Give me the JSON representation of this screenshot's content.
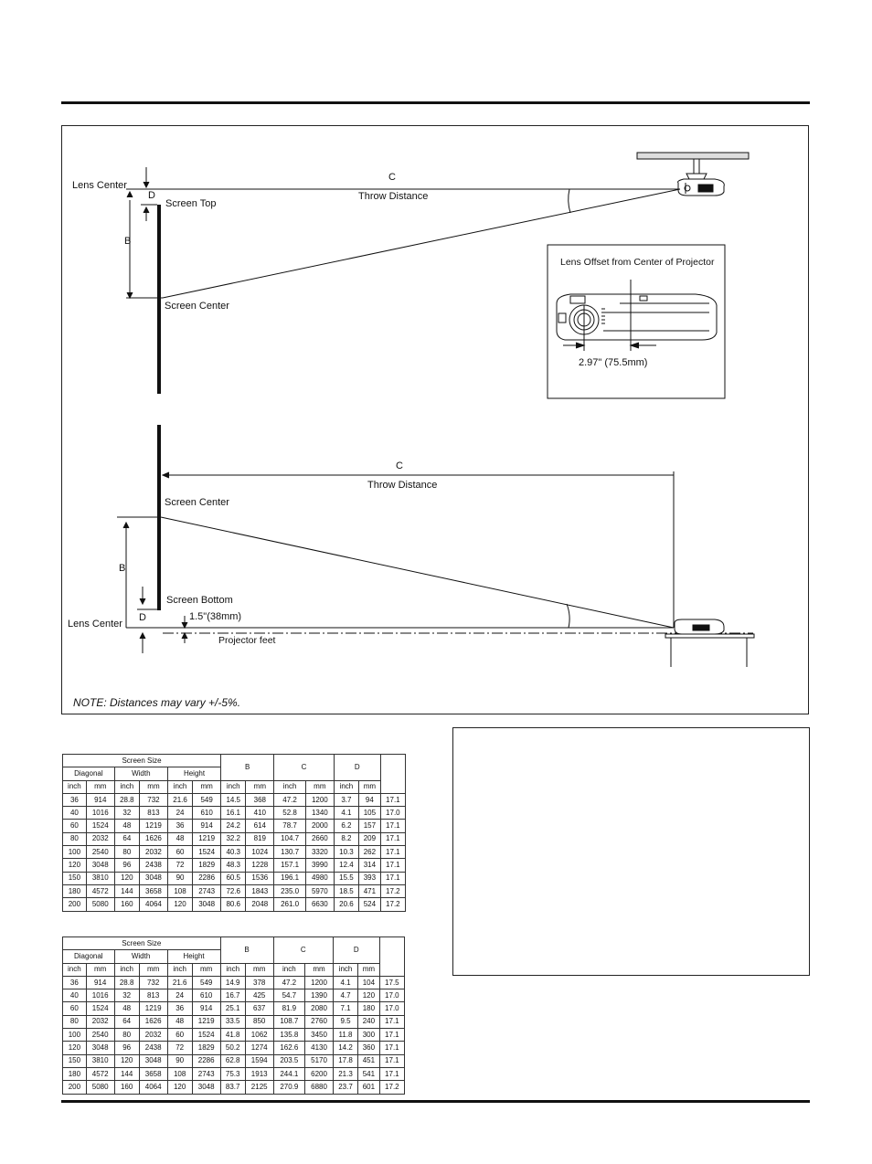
{
  "diagram": {
    "top": {
      "c_label": "C",
      "throw_label": "Throw Distance",
      "lens_center": "Lens Center",
      "d_label": "D",
      "screen_top": "Screen Top",
      "b_label": "B",
      "screen_center": "Screen Center"
    },
    "inset": {
      "title": "Lens Offset from Center of Projector",
      "offset": "2.97\" (75.5mm)"
    },
    "bottom": {
      "c_label": "C",
      "throw_label": "Throw Distance",
      "screen_center": "Screen Center",
      "b_label": "B",
      "screen_bottom": "Screen Bottom",
      "feet_offset": "1.5\"(38mm)",
      "lens_center": "Lens Center",
      "d_label": "D",
      "projector_feet": "Projector feet"
    },
    "note": "NOTE: Distances may vary +/-5%."
  },
  "table_header": {
    "screen_size": "Screen Size",
    "diagonal": "Diagonal",
    "width": "Width",
    "height": "Height",
    "b": "B",
    "c": "C",
    "d": "D",
    "units": [
      "inch",
      "mm",
      "inch",
      "mm",
      "inch",
      "mm",
      "inch",
      "mm",
      "inch",
      "mm",
      "inch",
      "mm"
    ]
  },
  "table1": {
    "rows": [
      [
        "36",
        "914",
        "28.8",
        "732",
        "21.6",
        "549",
        "14.5",
        "368",
        "47.2",
        "1200",
        "3.7",
        "94",
        "17.1"
      ],
      [
        "40",
        "1016",
        "32",
        "813",
        "24",
        "610",
        "16.1",
        "410",
        "52.8",
        "1340",
        "4.1",
        "105",
        "17.0"
      ],
      [
        "60",
        "1524",
        "48",
        "1219",
        "36",
        "914",
        "24.2",
        "614",
        "78.7",
        "2000",
        "6.2",
        "157",
        "17.1"
      ],
      [
        "80",
        "2032",
        "64",
        "1626",
        "48",
        "1219",
        "32.2",
        "819",
        "104.7",
        "2660",
        "8.2",
        "209",
        "17.1"
      ],
      [
        "100",
        "2540",
        "80",
        "2032",
        "60",
        "1524",
        "40.3",
        "1024",
        "130.7",
        "3320",
        "10.3",
        "262",
        "17.1"
      ],
      [
        "120",
        "3048",
        "96",
        "2438",
        "72",
        "1829",
        "48.3",
        "1228",
        "157.1",
        "3990",
        "12.4",
        "314",
        "17.1"
      ],
      [
        "150",
        "3810",
        "120",
        "3048",
        "90",
        "2286",
        "60.5",
        "1536",
        "196.1",
        "4980",
        "15.5",
        "393",
        "17.1"
      ],
      [
        "180",
        "4572",
        "144",
        "3658",
        "108",
        "2743",
        "72.6",
        "1843",
        "235.0",
        "5970",
        "18.5",
        "471",
        "17.2"
      ],
      [
        "200",
        "5080",
        "160",
        "4064",
        "120",
        "3048",
        "80.6",
        "2048",
        "261.0",
        "6630",
        "20.6",
        "524",
        "17.2"
      ]
    ]
  },
  "table2": {
    "rows": [
      [
        "36",
        "914",
        "28.8",
        "732",
        "21.6",
        "549",
        "14.9",
        "378",
        "47.2",
        "1200",
        "4.1",
        "104",
        "17.5"
      ],
      [
        "40",
        "1016",
        "32",
        "813",
        "24",
        "610",
        "16.7",
        "425",
        "54.7",
        "1390",
        "4.7",
        "120",
        "17.0"
      ],
      [
        "60",
        "1524",
        "48",
        "1219",
        "36",
        "914",
        "25.1",
        "637",
        "81.9",
        "2080",
        "7.1",
        "180",
        "17.0"
      ],
      [
        "80",
        "2032",
        "64",
        "1626",
        "48",
        "1219",
        "33.5",
        "850",
        "108.7",
        "2760",
        "9.5",
        "240",
        "17.1"
      ],
      [
        "100",
        "2540",
        "80",
        "2032",
        "60",
        "1524",
        "41.8",
        "1062",
        "135.8",
        "3450",
        "11.8",
        "300",
        "17.1"
      ],
      [
        "120",
        "3048",
        "96",
        "2438",
        "72",
        "1829",
        "50.2",
        "1274",
        "162.6",
        "4130",
        "14.2",
        "360",
        "17.1"
      ],
      [
        "150",
        "3810",
        "120",
        "3048",
        "90",
        "2286",
        "62.8",
        "1594",
        "203.5",
        "5170",
        "17.8",
        "451",
        "17.1"
      ],
      [
        "180",
        "4572",
        "144",
        "3658",
        "108",
        "2743",
        "75.3",
        "1913",
        "244.1",
        "6200",
        "21.3",
        "541",
        "17.1"
      ],
      [
        "200",
        "5080",
        "160",
        "4064",
        "120",
        "3048",
        "83.7",
        "2125",
        "270.9",
        "6880",
        "23.7",
        "601",
        "17.2"
      ]
    ]
  }
}
